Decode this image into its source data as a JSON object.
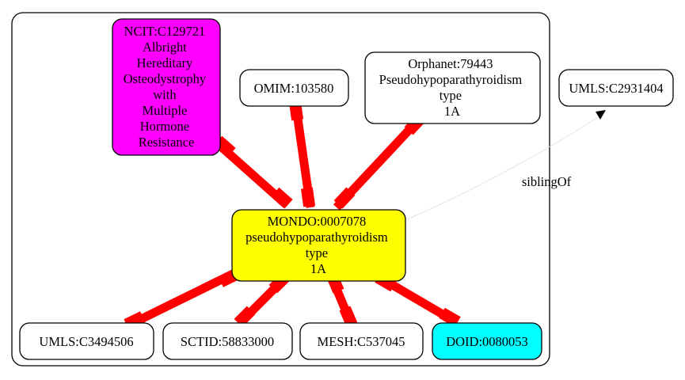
{
  "diagram": {
    "nodes": {
      "mondo": {
        "lines": [
          "MONDO:0007078",
          "pseudohypoparathyroidism",
          "type",
          "1A"
        ],
        "fill": "#ffff00"
      },
      "ncit": {
        "lines": [
          "NCIT:C129721",
          "Albright",
          "Hereditary",
          "Osteodystrophy",
          "with",
          "Multiple",
          "Hormone",
          "Resistance"
        ],
        "fill": "#ff00ff"
      },
      "omim": {
        "lines": [
          "OMIM:103580"
        ],
        "fill": "#ffffff"
      },
      "orphanet": {
        "lines": [
          "Orphanet:79443",
          "Pseudohypoparathyroidism",
          "type",
          "1A"
        ],
        "fill": "#ffffff"
      },
      "umls_sib": {
        "lines": [
          "UMLS:C2931404"
        ],
        "fill": "#ffffff"
      },
      "umls": {
        "lines": [
          "UMLS:C3494506"
        ],
        "fill": "#ffffff"
      },
      "sctid": {
        "lines": [
          "SCTID:58833000"
        ],
        "fill": "#ffffff"
      },
      "mesh": {
        "lines": [
          "MESH:C537045"
        ],
        "fill": "#ffffff"
      },
      "doid": {
        "lines": [
          "DOID:0080053"
        ],
        "fill": "#00ffff"
      }
    },
    "edges": {
      "sibling_label": "siblingOf"
    },
    "colors": {
      "equivalence_edge": "#ff0000",
      "sibling_edge": "#e4e4e4",
      "cluster_border": "#000000"
    }
  }
}
